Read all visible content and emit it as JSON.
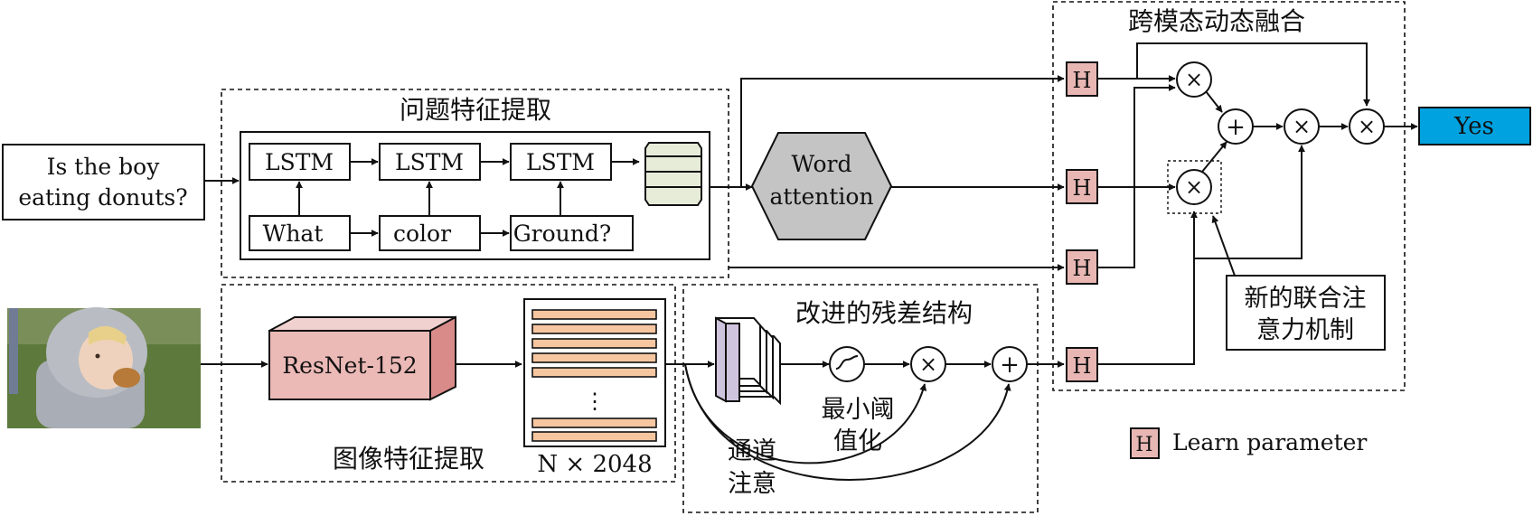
{
  "question": {
    "line1": "Is the boy",
    "line2": "eating donuts?"
  },
  "question_module": {
    "title": "问题特征提取",
    "lstm_label": "LSTM",
    "tokens": [
      "What",
      "color",
      "Ground?"
    ]
  },
  "word_attention": {
    "line1": "Word",
    "line2": "attention"
  },
  "image_module": {
    "title": "图像特征提取",
    "resnet_label": "ResNet-152",
    "features_label": "N × 2048",
    "ellipsis": "⋮"
  },
  "residual_module": {
    "title": "改进的残差结构",
    "min_threshold": {
      "line1": "最小阈",
      "line2": "值化"
    },
    "channel_attention": {
      "line1": "通道",
      "line2": "注意"
    }
  },
  "fusion_module": {
    "title": "跨模态动态融合",
    "h_label": "H",
    "joint_attention": {
      "line1": "新的联合注",
      "line2": "意力机制"
    }
  },
  "ops": {
    "multiply": "×",
    "add": "+"
  },
  "output": {
    "label": "Yes"
  },
  "legend": {
    "h_symbol": "H",
    "text": "Learn parameter"
  },
  "colors": {
    "output_fill": "#00a2e0",
    "h_fill": "#e8b7b4",
    "resnet_fill": "#ebb9b6",
    "feature_fill": "#f6c6a0",
    "hexagon_fill": "#c4c4c4",
    "channel_fill": "#cfc4dd",
    "token_fill": "#e7ecd9"
  }
}
